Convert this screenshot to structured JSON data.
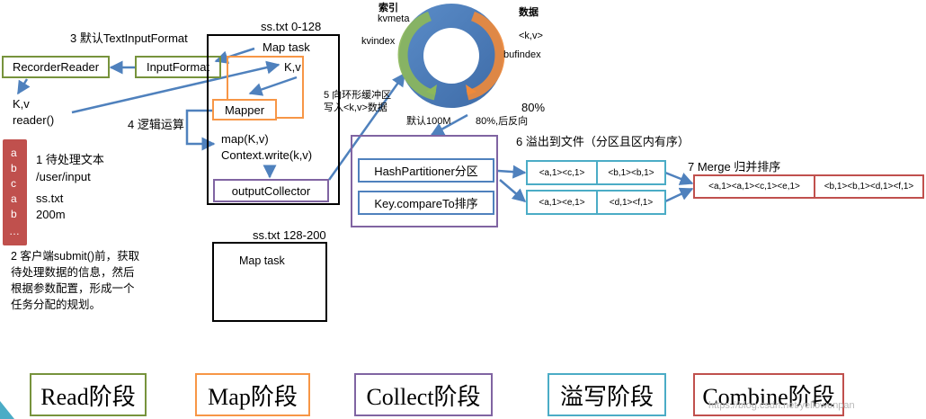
{
  "labels": {
    "default_input_format": "3 默认TextInputFormat",
    "recorder_reader": "RecorderReader",
    "input_format": "InputFormat",
    "kv_reader": "K,v",
    "reader_call": "reader()",
    "split1_title": "ss.txt 0-128",
    "map_task": "Map task",
    "kv": "K,v",
    "mapper": "Mapper",
    "logic": "4 逻辑运算",
    "map_call": "map(K,v)",
    "context_write": "Context.write(k,v)",
    "output_collector": "outputCollector",
    "ring_write_1": "5 向环形缓冲区",
    "ring_write_2": "写入<k,v>数据",
    "file_title": "1 待处理文本",
    "file_path": "/user/input",
    "file_name": "ss.txt",
    "file_size": "200m",
    "file_chars": [
      "a",
      "b",
      "c",
      "a",
      "b",
      "…"
    ],
    "submit_note": [
      "2 客户端submit()前，获取",
      "待处理数据的信息，然后",
      "根据参数配置，形成一个",
      "任务分配的规划。"
    ],
    "split2_title": "ss.txt 128-200",
    "map_task_2": "Map task",
    "index": "索引",
    "kvmeta": "kvmeta",
    "kvindex": "kvindex",
    "data": "数据",
    "kv_data": "<k,v>",
    "bufindex": "bufindex",
    "default_100m": "默认100M",
    "percent_80": "80%",
    "reverse_80": "80%,后反向",
    "hash_partitioner": "HashPartitioner分区",
    "key_compare": "Key.compareTo排序",
    "spill_label": "6 溢出到文件（分区且区内有序）",
    "spill_cells": [
      "<a,1><c,1>",
      "<b,1><b,1>",
      "<a,1><e,1>",
      "<d,1><f,1>"
    ],
    "merge_label": "7 Merge 归并排序",
    "merge_cells": [
      "<a,1><a,1><c,1><e,1>",
      "<b,1><b,1><d,1><f,1>"
    ],
    "watermark": "https://blog.csdn.net/yellowenpan"
  },
  "stages": [
    "Read阶段",
    "Map阶段",
    "Collect阶段",
    "溢写阶段",
    "Combine阶段"
  ],
  "colors": {
    "read": "#77933c",
    "map": "#f79646",
    "collect": "#8064a2",
    "spill": "#4bacc6",
    "combine": "#c0504d",
    "arrow": "#4f81bd",
    "ring": "#4f81bd",
    "file": "#c0504d"
  }
}
